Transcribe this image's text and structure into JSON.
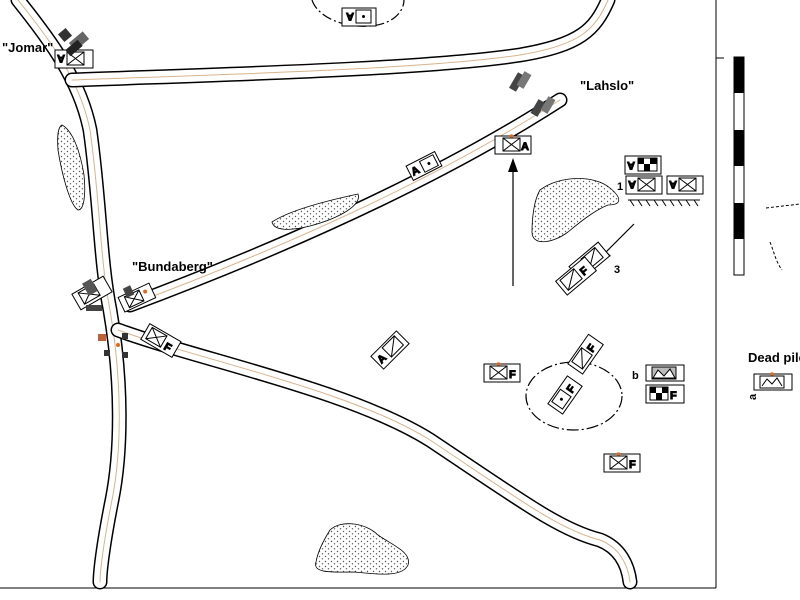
{
  "map": {
    "towns": {
      "jomar": "\"Jomar\"",
      "lahslo": "\"Lahslo\"",
      "bundaberg": "\"Bundaberg\""
    },
    "dead_pile_label": "Dead pile",
    "callouts": {
      "one": "1",
      "three": "3",
      "b": "b",
      "a": "a"
    },
    "counter_codes": {
      "a": "A",
      "f": "F"
    }
  }
}
